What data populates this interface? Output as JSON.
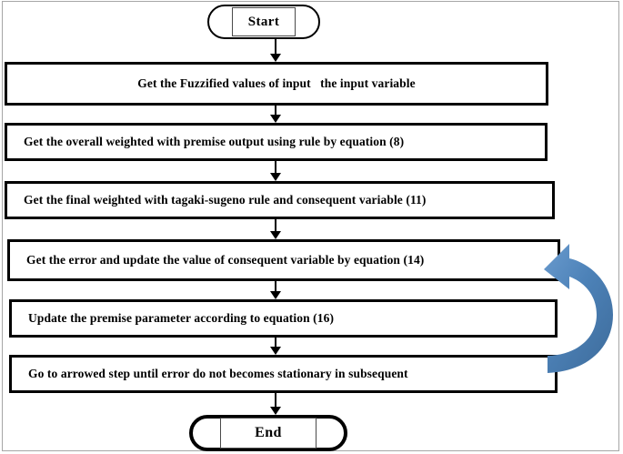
{
  "figure": {
    "title": "ANFIS training procedure flowchart",
    "type": "flowchart",
    "background_color": "#ffffff",
    "frame_color": "#a6a6a6",
    "node_stroke_color": "#000000",
    "text_color": "#000000",
    "feedback_arrow_color_light": "#5b8fc4",
    "feedback_arrow_color_dark": "#3f6e9e"
  },
  "nodes": {
    "start": {
      "label": "Start",
      "shape": "terminator"
    },
    "end": {
      "label": "End",
      "shape": "terminator"
    },
    "steps": [
      {
        "id": "step-1",
        "label": "Get the Fuzzified values of input   the input variable",
        "align": "center"
      },
      {
        "id": "step-2",
        "label": "Get the overall weighted with premise output using rule by equation (8)",
        "align": "left"
      },
      {
        "id": "step-3",
        "label": "Get the final weighted with tagaki-sugeno rule and consequent variable (11)",
        "align": "left"
      },
      {
        "id": "step-4",
        "label": "Get the error and update the value of consequent variable by equation (14)",
        "align": "left"
      },
      {
        "id": "step-5",
        "label": "Update the premise parameter according to equation (16)",
        "align": "left"
      },
      {
        "id": "step-6",
        "label": "Go to arrowed step until error do not becomes stationary in subsequent",
        "align": "left"
      }
    ]
  },
  "edges": {
    "feedback": {
      "from": "step-6",
      "to": "step-4",
      "style": "curved-block-arrow",
      "direction": "upward"
    }
  }
}
